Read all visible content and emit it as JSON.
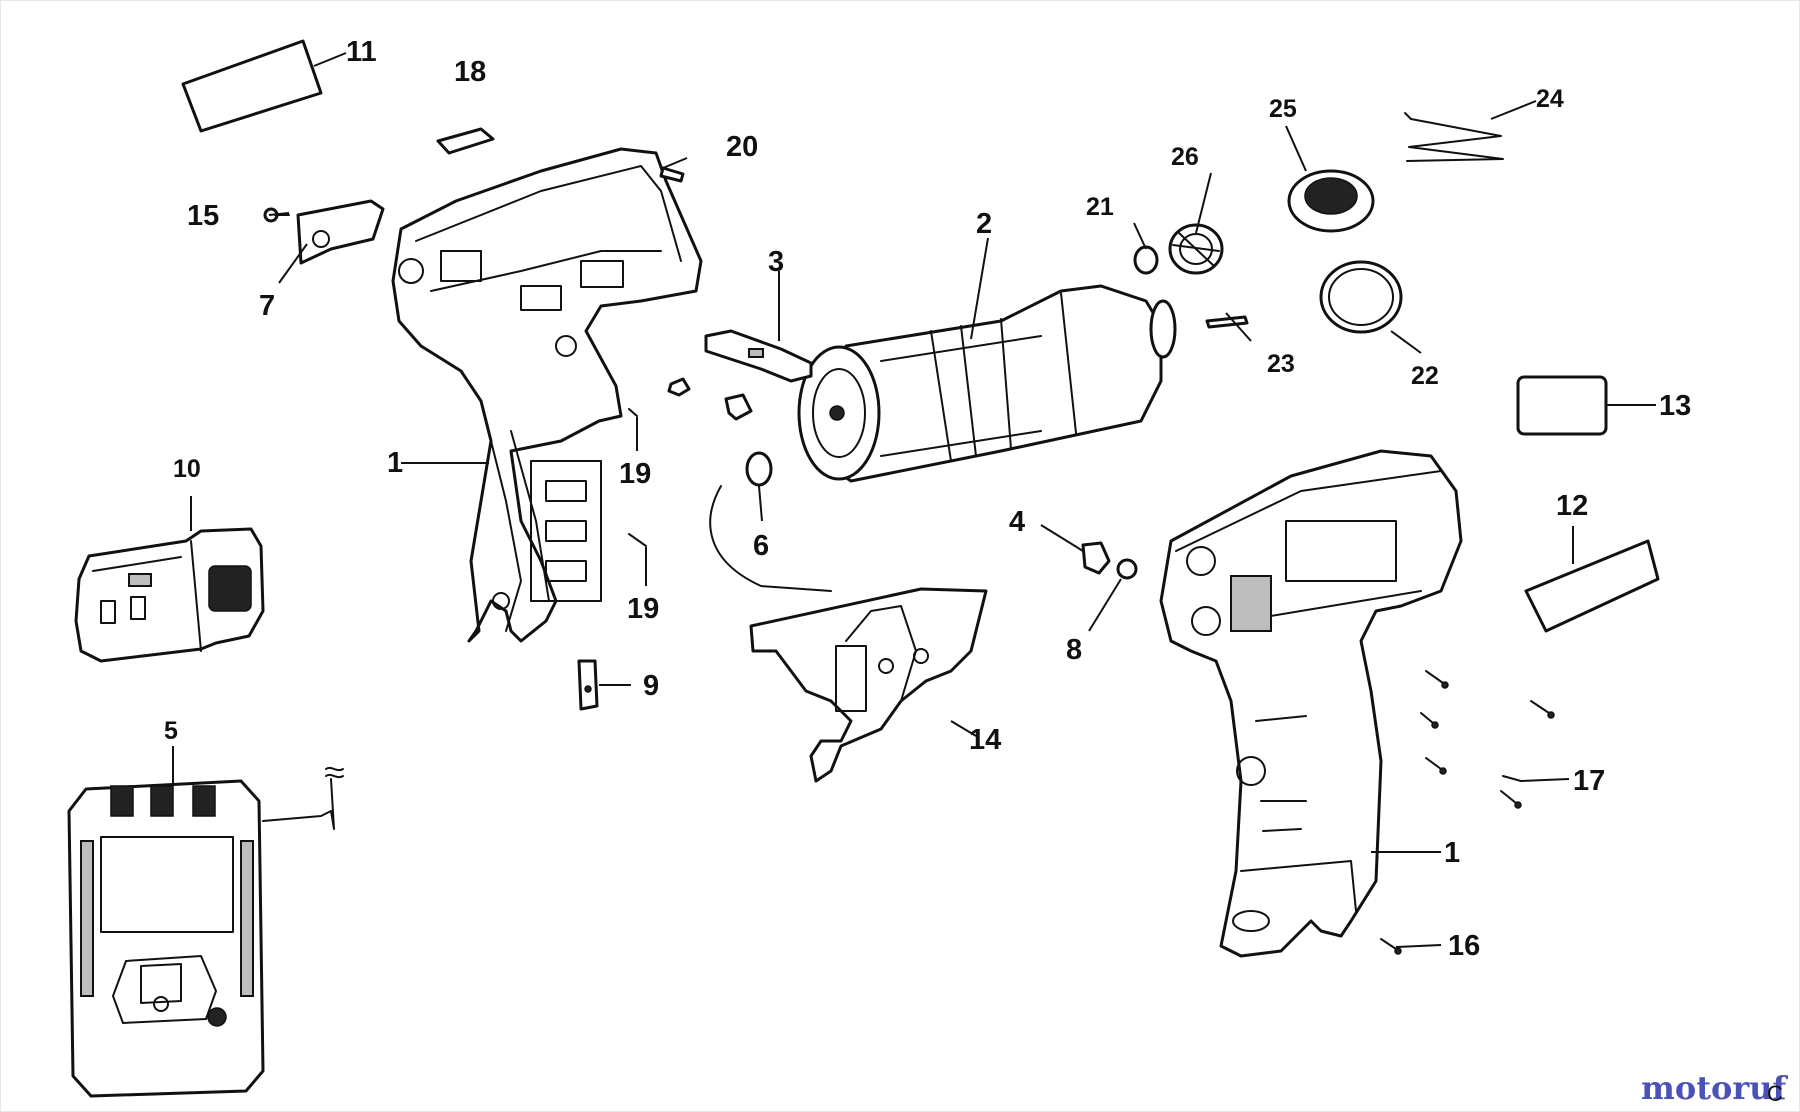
{
  "labels": {
    "p1a": "1",
    "p1b": "1",
    "p2": "2",
    "p3": "3",
    "p4": "4",
    "p5": "5",
    "p6": "6",
    "p7": "7",
    "p8": "8",
    "p9": "9",
    "p10": "10",
    "p11": "11",
    "p12": "12",
    "p13": "13",
    "p14": "14",
    "p15": "15",
    "p16": "16",
    "p17": "17",
    "p18": "18",
    "p19a": "19",
    "p19b": "19",
    "p20": "20",
    "p21": "21",
    "p22": "22",
    "p23": "23",
    "p24": "24",
    "p25": "25",
    "p26": "26"
  },
  "watermark": {
    "text": "motoruf",
    "suffix": "C",
    "color": "#4a52b8",
    "accent": "#e06a2a"
  },
  "icons": [
    "screw-icon",
    "nut-icon",
    "label-plate-icon",
    "battery-icon",
    "charger-icon"
  ]
}
